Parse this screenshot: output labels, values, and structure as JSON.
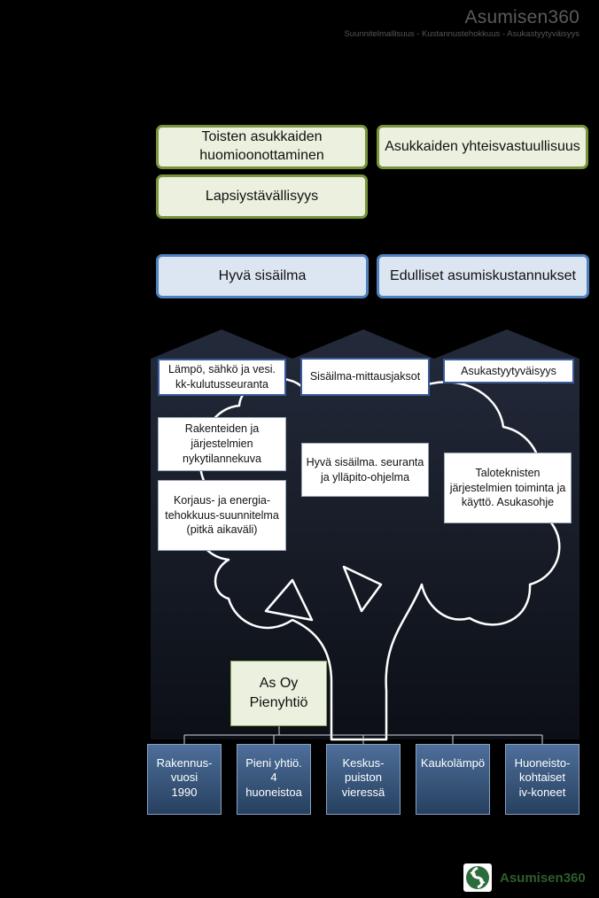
{
  "header": {
    "brand_title": "Asumisen360",
    "brand_subtitle": "Suunnitelmallisuus  - Kustannustehokkuus  - Asukastyytyväisyys"
  },
  "goals_green": [
    "Toisten asukkaiden huomioonottaminen",
    "Asukkaiden yhteisvastuullisuus",
    "Lapsiystävällisyys"
  ],
  "goals_blue": [
    "Hyvä sisäilma",
    "Edulliset asumiskustannukset"
  ],
  "pillars": [
    {
      "head": "Lämpö, sähkö ja vesi. kk-kulutusseuranta",
      "items": [
        "Rakenteiden ja järjestelmien nykytilannekuva",
        "Korjaus- ja energia-tehokkuus-suunnitelma (pitkä aikaväli)"
      ]
    },
    {
      "head": "Sisäilma-mittausjaksot",
      "items": [
        "Hyvä sisäilma. seuranta ja ylläpito-ohjelma"
      ]
    },
    {
      "head": "Asukastyytyväisyys",
      "items": [
        "Taloteknisten järjestelmien toiminta ja käyttö. Asukasohje"
      ]
    }
  ],
  "company": "As Oy Pienyhtiö",
  "facts": [
    "Rakennus-\nvuosi\n1990",
    "Pieni yhtiö.\n4\nhuoneistoa",
    "Keskus-\npuiston\nvieressä",
    "Kaukolämpö",
    "Huoneisto-\nkohtaiset\niv-koneet"
  ],
  "footer": {
    "logo_text": "Asumisen360",
    "logo_icon": "asumisen360-logo-icon"
  },
  "colors": {
    "green_border": "#77933c",
    "green_fill": "#ebf1de",
    "blue_border": "#4f81bd",
    "blue_fill": "#dce6f2",
    "pillar_dark": "#1a1f2c",
    "fact_fill": "#3d5a80",
    "tree_outline": "#ffffff"
  }
}
